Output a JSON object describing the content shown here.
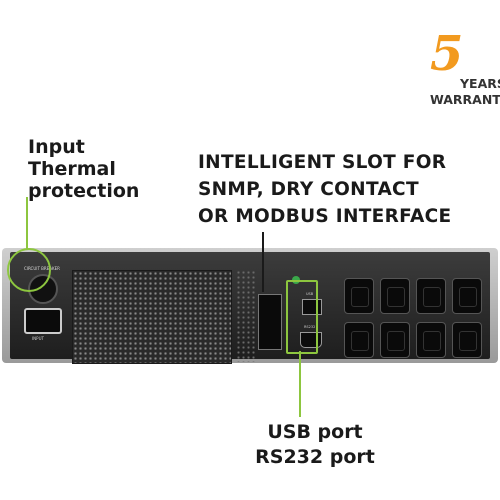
{
  "warranty": {
    "number": "5",
    "years": "YEARS",
    "warranty": "WARRANTY",
    "accent_color": "#f29a1f"
  },
  "labels": {
    "thermal": [
      "Input",
      "Thermal",
      "protection"
    ],
    "slot": [
      "INTELLIGENT SLOT FOR",
      "SNMP, DRY CONTACT",
      "OR MODBUS INTERFACE"
    ],
    "ports": [
      "USB port",
      "RS232 port"
    ]
  },
  "callout_color": "#8dc63f",
  "panel": {
    "breaker": "CIRCUIT BREAKER",
    "input": "INPUT",
    "usb": "USB",
    "rs232": "RS232"
  }
}
